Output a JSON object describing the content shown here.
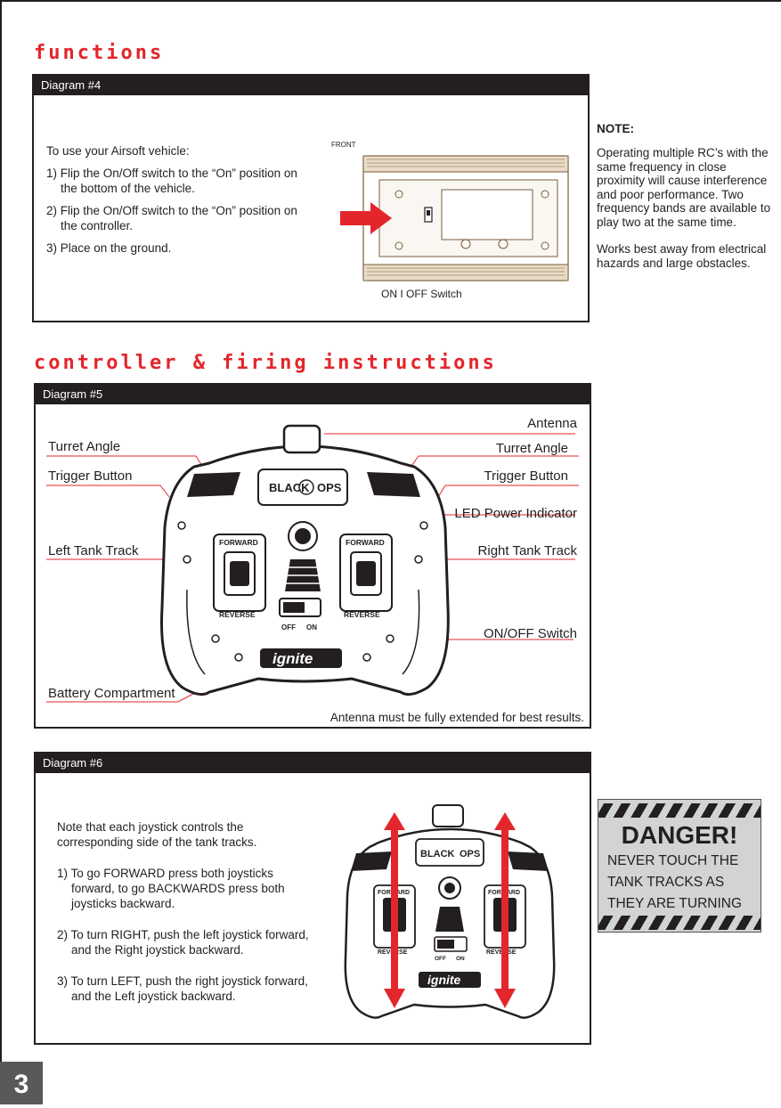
{
  "functions": {
    "title": "functions",
    "diagram_label": "Diagram #4",
    "intro": "To use your Airsoft vehicle:",
    "steps": [
      "1) Flip the On/Off switch to the “On” position on the bottom of the vehicle.",
      "2) Flip the On/Off switch to the “On” position on the controller.",
      "3) Place on the ground."
    ],
    "front_label": "FRONT",
    "switch_label": "ON I OFF Switch"
  },
  "note": {
    "heading": "NOTE:",
    "paragraphs": [
      "Operating multiple RC’s with the same frequency in close proximity will cause interference and poor performance. Two frequency bands are available to play two at the same time.",
      "Works best away from electrical hazards and large obstacles."
    ]
  },
  "controller": {
    "title": "controller & firing instructions",
    "diagram_label": "Diagram #5",
    "labels": {
      "antenna": "Antenna",
      "turret_left": "Turret Angle",
      "turret_right": "Turret Angle",
      "trigger_left": "Trigger Button",
      "trigger_right": "Trigger Button",
      "led": "LED Power Indicator",
      "left_track": "Left Tank Track",
      "right_track": "Right Tank Track",
      "onoff": "ON/OFF Switch",
      "battery": "Battery Compartment"
    },
    "footnote": "Antenna must be fully extended for best results.",
    "device": {
      "brand_left": "BLACK",
      "brand_right": "OPS",
      "forward": "FORWARD",
      "reverse": "REVERSE",
      "off": "OFF",
      "on": "ON",
      "logo": "ignite"
    }
  },
  "diagram6": {
    "diagram_label": "Diagram #6",
    "intro": "Note that each joystick controls the corresponding side of the tank tracks.",
    "steps": [
      "1) To go FORWARD press both joysticks forward, to go BACKWARDS press both joysticks backward.",
      "2) To turn RIGHT, push the left joystick forward, and the Right joystick backward.",
      "3) To turn LEFT, push the right joystick forward, and the Left joystick backward."
    ]
  },
  "danger": {
    "title": "DANGER!",
    "lines": [
      "NEVER TOUCH THE",
      "TANK TRACKS AS",
      "THEY ARE TURNING"
    ]
  },
  "page_number": "3",
  "colors": {
    "accent_red": "#e3262b",
    "dark": "#231f20",
    "panel_grey": "#d1d3d4"
  }
}
